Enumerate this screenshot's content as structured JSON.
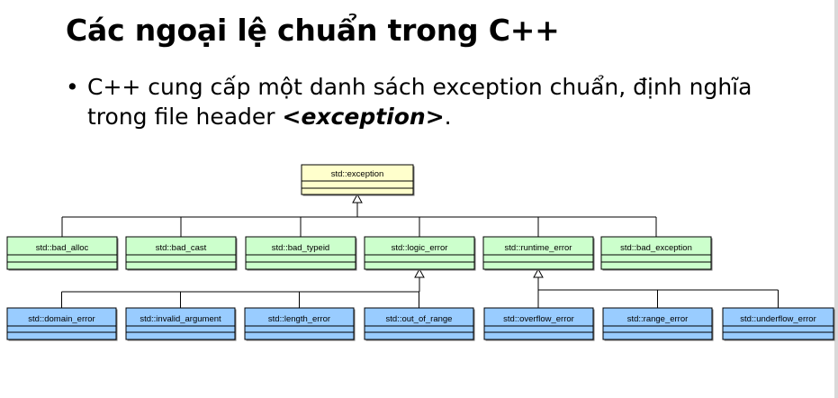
{
  "slide": {
    "title": "Các ngoại lệ chuẩn trong C++",
    "bullet": {
      "symbol": "•",
      "text_before": "C++ cung cấp một danh sách exception chuẩn, định nghĩa trong file header ",
      "code": "<exception>",
      "text_after": "."
    }
  },
  "diagram": {
    "root": {
      "label": "std::exception",
      "color": "#ffffcc"
    },
    "level1": [
      {
        "label": "std::bad_alloc",
        "color": "#ccffcc"
      },
      {
        "label": "std::bad_cast",
        "color": "#ccffcc"
      },
      {
        "label": "std::bad_typeid",
        "color": "#ccffcc"
      },
      {
        "label": "std::logic_error",
        "color": "#ccffcc"
      },
      {
        "label": "std::runtime_error",
        "color": "#ccffcc"
      },
      {
        "label": "std::bad_exception",
        "color": "#ccffcc"
      }
    ],
    "level2": [
      {
        "label": "std::domain_error",
        "parent": "std::logic_error",
        "color": "#99ccff"
      },
      {
        "label": "std::invalid_argument",
        "parent": "std::logic_error",
        "color": "#99ccff"
      },
      {
        "label": "std::length_error",
        "parent": "std::logic_error",
        "color": "#99ccff"
      },
      {
        "label": "std::out_of_range",
        "parent": "std::logic_error",
        "color": "#99ccff"
      },
      {
        "label": "std::overflow_error",
        "parent": "std::runtime_error",
        "color": "#99ccff"
      },
      {
        "label": "std::range_error",
        "parent": "std::runtime_error",
        "color": "#99ccff"
      },
      {
        "label": "std::underflow_error",
        "parent": "std::runtime_error",
        "color": "#99ccff"
      }
    ]
  }
}
